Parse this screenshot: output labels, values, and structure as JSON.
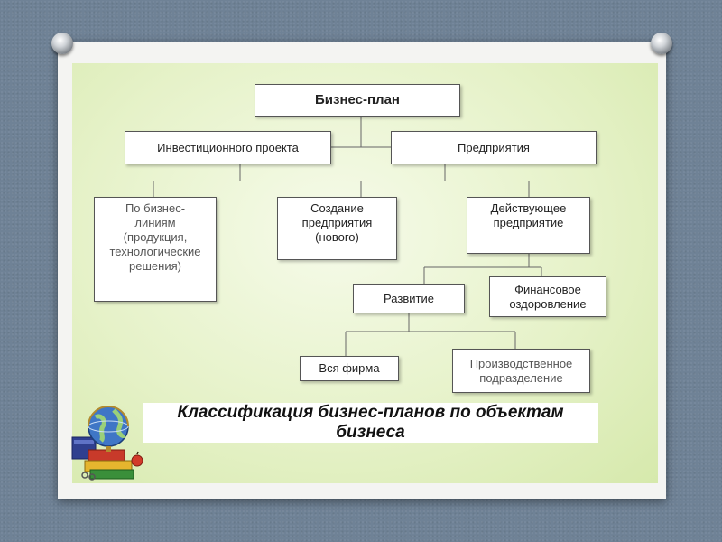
{
  "diagram": {
    "root": "Бизнес-план",
    "level1": [
      "Инвестиционного проекта",
      "Предприятия"
    ],
    "level2": [
      "По бизнес-\nлиниям\n(продукция,\nтехнологические\nрешения)",
      "Создание\nпредприятия\n(нового)",
      "Действующее\nпредприятие"
    ],
    "level3": [
      "Развитие",
      "Финансовое\nоздоровление"
    ],
    "level4": [
      "Вся фирма",
      "Производственное\nподразделение"
    ]
  },
  "caption": "Классификация   бизнес-планов   по объектам\nбизнеса",
  "clipart_icon": "globe-books-clipart",
  "colors": {
    "background": "#6f8296",
    "slide": "#e6f2c9",
    "box_border": "#555555"
  }
}
